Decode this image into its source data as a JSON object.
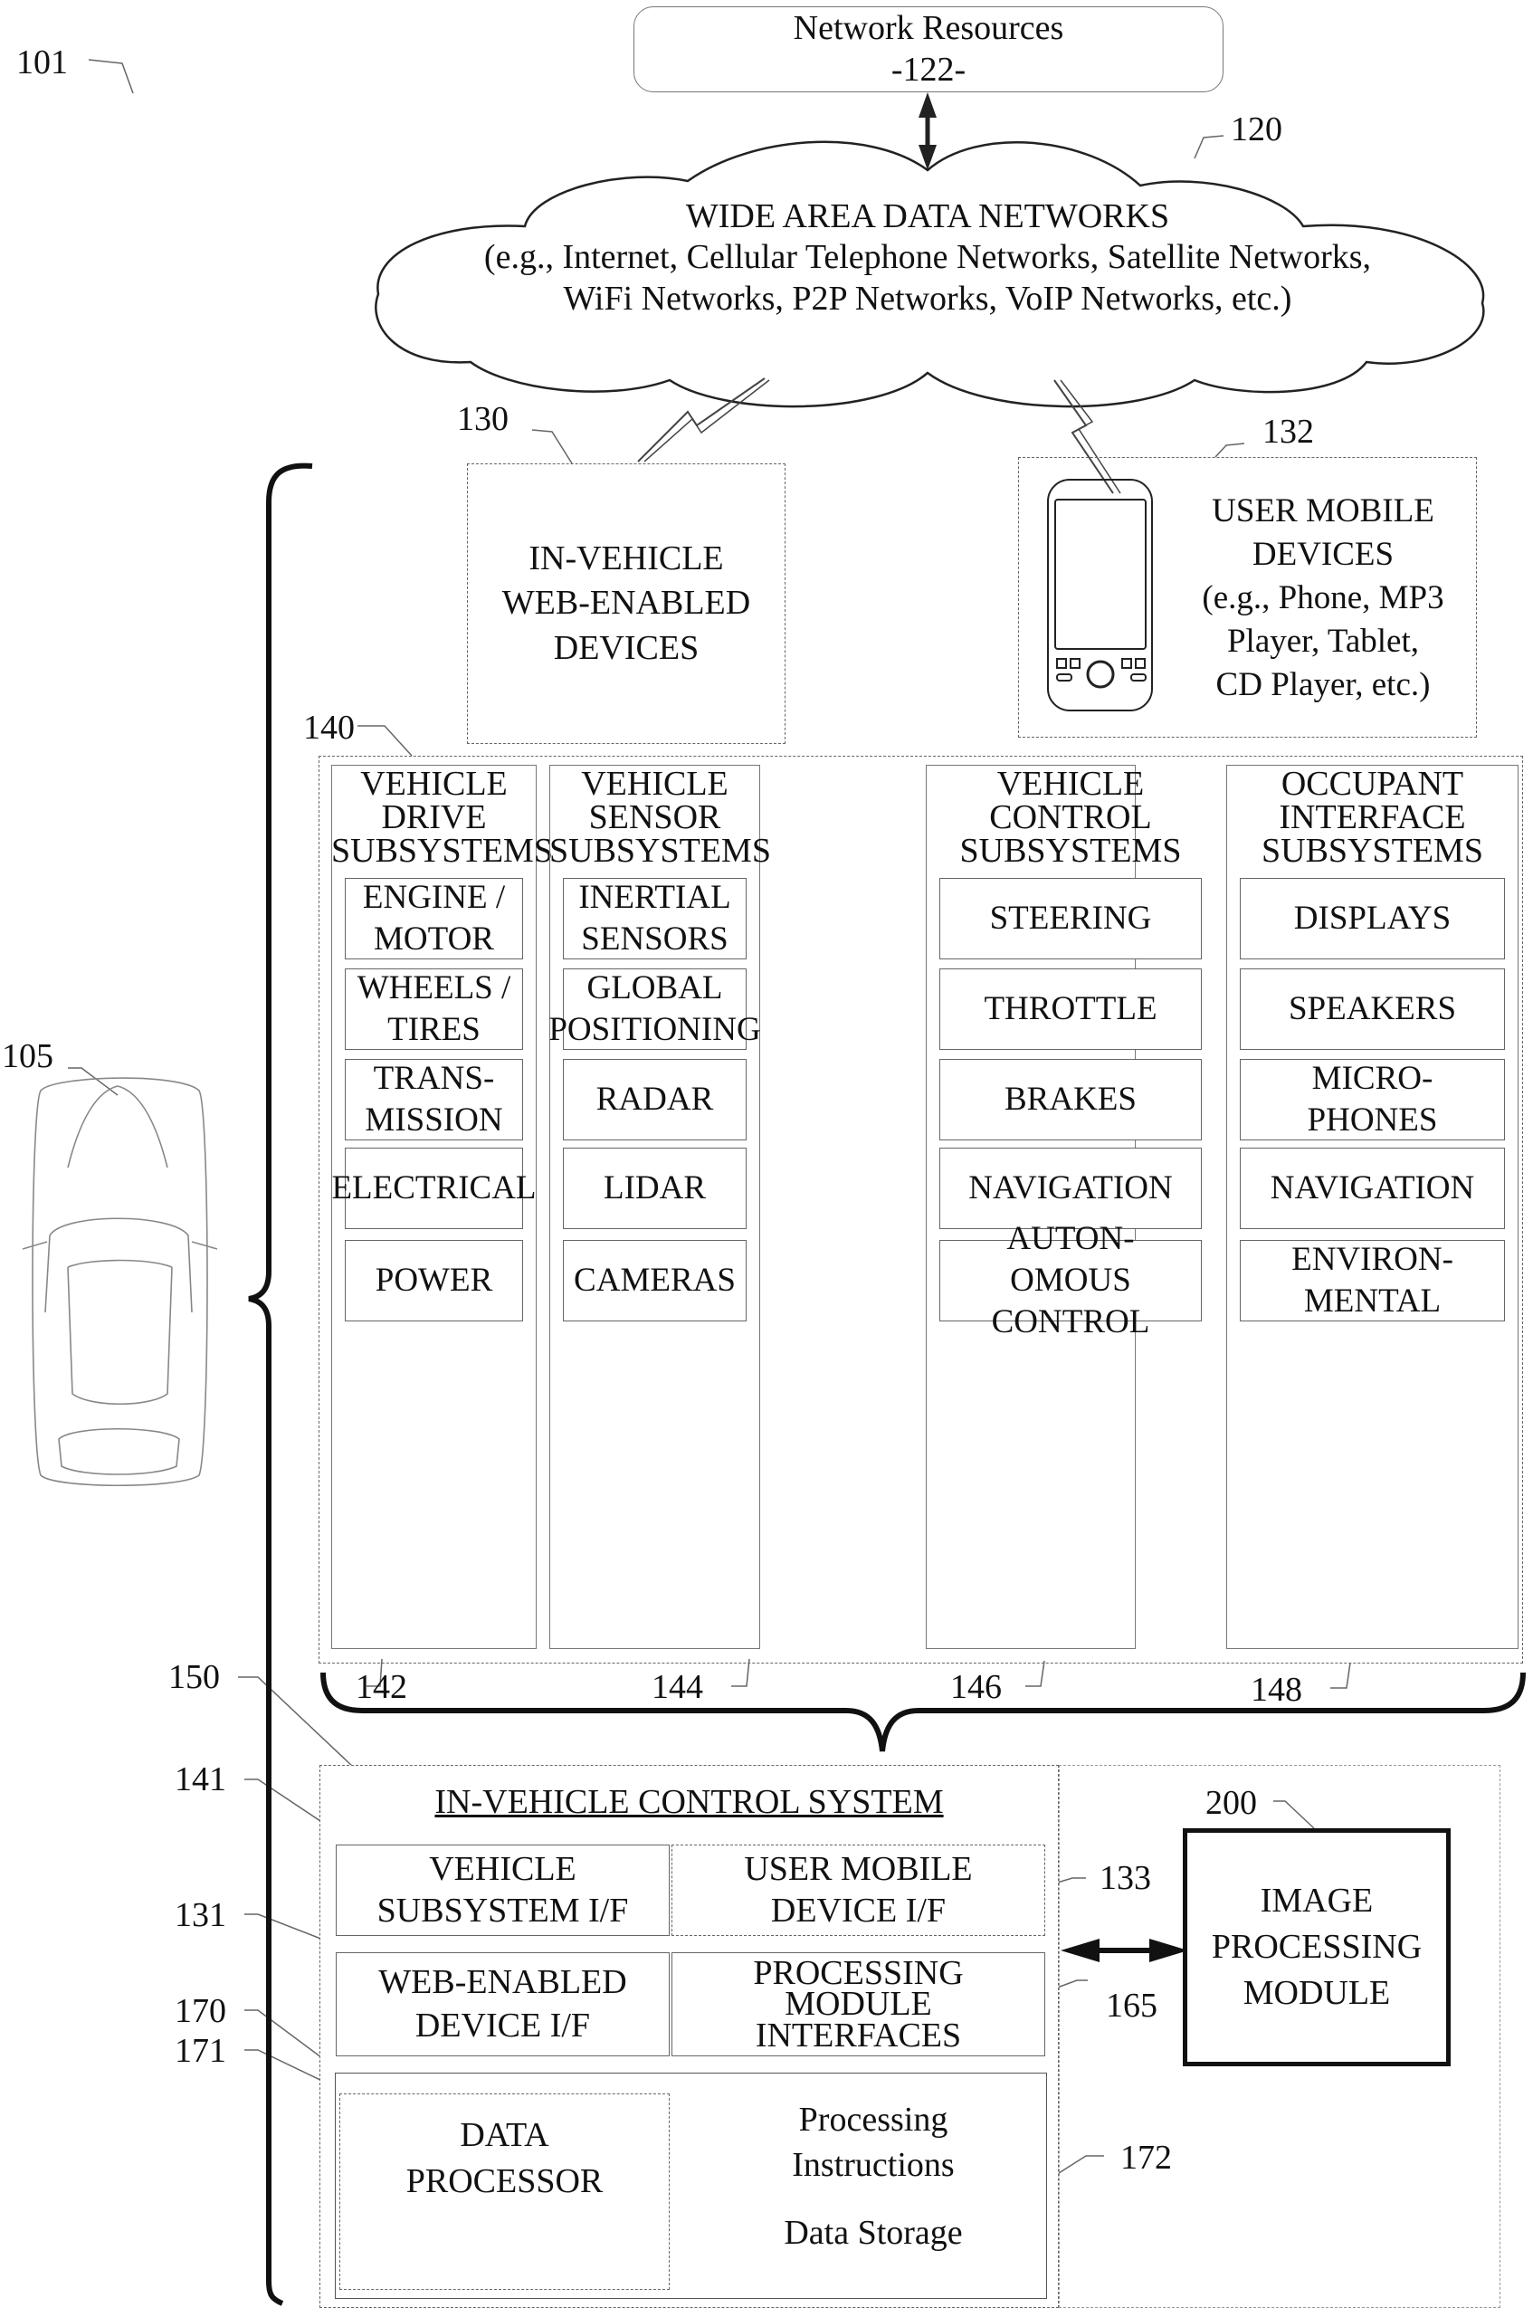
{
  "figure_ref": "101",
  "network_resources": {
    "title": "Network Resources",
    "ref": "-122-"
  },
  "wan": {
    "ref": "120",
    "title": "WIDE AREA DATA NETWORKS",
    "line2": "(e.g., Internet, Cellular Telephone Networks, Satellite Networks,",
    "line3": "WiFi Networks, P2P Networks, VoIP Networks, etc.)"
  },
  "web_devices": {
    "ref": "130",
    "label": "IN-VEHICLE\nWEB-ENABLED\nDEVICES"
  },
  "mobile_devices": {
    "ref": "132",
    "label": "USER MOBILE\nDEVICES\n(e.g., Phone, MP3\nPlayer, Tablet,\nCD Player, etc.)"
  },
  "vehicle": {
    "ref": "105"
  },
  "subsystems": {
    "ref": "140",
    "columns": [
      {
        "ref": "142",
        "header": "VEHICLE\nDRIVE\nSUBSYSTEMS",
        "items": [
          "ENGINE /\nMOTOR",
          "WHEELS /\nTIRES",
          "TRANS-\nMISSION",
          "ELECTRICAL",
          "POWER"
        ]
      },
      {
        "ref": "144",
        "header": "VEHICLE\nSENSOR\nSUBSYSTEMS",
        "items": [
          "INERTIAL\nSENSORS",
          "GLOBAL\nPOSITIONING",
          "RADAR",
          "LIDAR",
          "CAMERAS"
        ]
      },
      {
        "ref": "146",
        "header": "VEHICLE\nCONTROL\nSUBSYSTEMS",
        "items": [
          "STEERING",
          "THROTTLE",
          "BRAKES",
          "NAVIGATION",
          "AUTON-\nOMOUS\nCONTROL"
        ]
      },
      {
        "ref": "148",
        "header": "OCCUPANT\nINTERFACE\nSUBSYSTEMS",
        "items": [
          "DISPLAYS",
          "SPEAKERS",
          "MICRO-\nPHONES",
          "NAVIGATION",
          "ENVIRON-\nMENTAL"
        ]
      }
    ]
  },
  "control_system": {
    "ref": "150",
    "title": "IN-VEHICLE CONTROL SYSTEM",
    "interfaces": [
      {
        "ref": "141",
        "label": "VEHICLE\nSUBSYSTEM I/F"
      },
      {
        "ref": "133",
        "label": "USER MOBILE\nDEVICE I/F"
      },
      {
        "ref": "131",
        "label": "WEB-ENABLED\nDEVICE I/F"
      },
      {
        "ref": "165",
        "label": "PROCESSING\nMODULE\nINTERFACES"
      }
    ],
    "compute_ref": "170",
    "processor": {
      "ref": "171",
      "label": "DATA\nPROCESSOR"
    },
    "storage": {
      "ref": "172",
      "top_label": "Processing",
      "mid_label": "Instructions",
      "bottom_label": "Data Storage"
    }
  },
  "image_module": {
    "ref": "200",
    "label": "IMAGE\nPROCESSING\nMODULE"
  }
}
